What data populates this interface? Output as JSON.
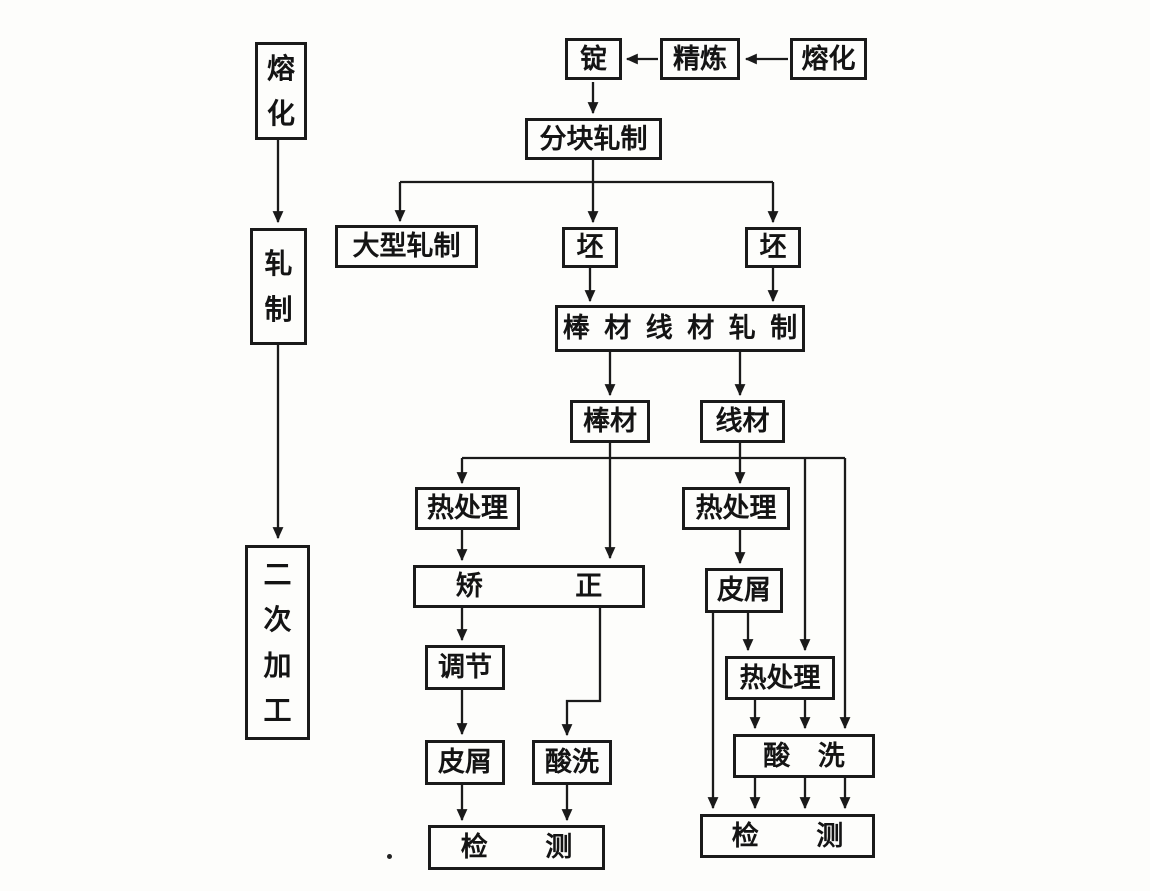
{
  "diagram": {
    "type": "flowchart",
    "language": "zh",
    "subject": "metal bar and wire production process"
  },
  "colors": {
    "background": "#fdfdfb",
    "line": "#1a1a1a",
    "box_border": "#1a1a1a",
    "text": "#141414"
  },
  "nodes": {
    "melt_left": "熔化",
    "roll_left": "轧制",
    "secondary_processing": "二次加工",
    "melt_top": "熔化",
    "refining": "精炼",
    "ingot": "锭",
    "block_rolling": "分块轧制",
    "large_rolling": "大型轧制",
    "billet_1": "坯",
    "billet_2": "坯",
    "bar_wire_rolling": "棒 材 线 材 轧 制",
    "bar": "棒材",
    "wire": "线材",
    "heat_treat_bar": "热处理",
    "straightening": "矫 正",
    "adjusting": "调节",
    "peeling_bar": "皮屑",
    "pickling_bar": "酸洗",
    "inspection_bar": "检 测",
    "heat_treat_wire_1": "热处理",
    "peeling_wire": "皮屑",
    "heat_treat_wire_2": "热处理",
    "pickling_wire": "酸 洗",
    "inspection_wire": "检 测"
  },
  "edges": [
    {
      "from": "melt_top",
      "to": "refining"
    },
    {
      "from": "refining",
      "to": "ingot"
    },
    {
      "from": "ingot",
      "to": "block_rolling"
    },
    {
      "from": "block_rolling",
      "to": "large_rolling"
    },
    {
      "from": "block_rolling",
      "to": "billet_1"
    },
    {
      "from": "block_rolling",
      "to": "billet_2"
    },
    {
      "from": "billet_1",
      "to": "bar_wire_rolling"
    },
    {
      "from": "billet_2",
      "to": "bar_wire_rolling"
    },
    {
      "from": "bar_wire_rolling",
      "to": "bar"
    },
    {
      "from": "bar_wire_rolling",
      "to": "wire"
    },
    {
      "from": "bar",
      "to": "straightening"
    },
    {
      "from": "bar",
      "to": "heat_treat_bar"
    },
    {
      "from": "heat_treat_bar",
      "to": "straightening"
    },
    {
      "from": "straightening",
      "to": "adjusting"
    },
    {
      "from": "straightening",
      "to": "pickling_bar"
    },
    {
      "from": "adjusting",
      "to": "peeling_bar"
    },
    {
      "from": "peeling_bar",
      "to": "inspection_bar"
    },
    {
      "from": "pickling_bar",
      "to": "inspection_bar"
    },
    {
      "from": "wire",
      "to": "heat_treat_wire_1"
    },
    {
      "from": "wire",
      "to": "heat_treat_wire_2"
    },
    {
      "from": "wire",
      "to": "pickling_wire"
    },
    {
      "from": "heat_treat_wire_1",
      "to": "peeling_wire"
    },
    {
      "from": "peeling_wire",
      "to": "heat_treat_wire_2"
    },
    {
      "from": "peeling_wire",
      "to": "inspection_wire"
    },
    {
      "from": "heat_treat_wire_2",
      "to": "pickling_wire"
    },
    {
      "from": "pickling_wire",
      "to": "inspection_wire"
    },
    {
      "from": "melt_left",
      "to": "roll_left"
    },
    {
      "from": "roll_left",
      "to": "secondary_processing"
    }
  ]
}
